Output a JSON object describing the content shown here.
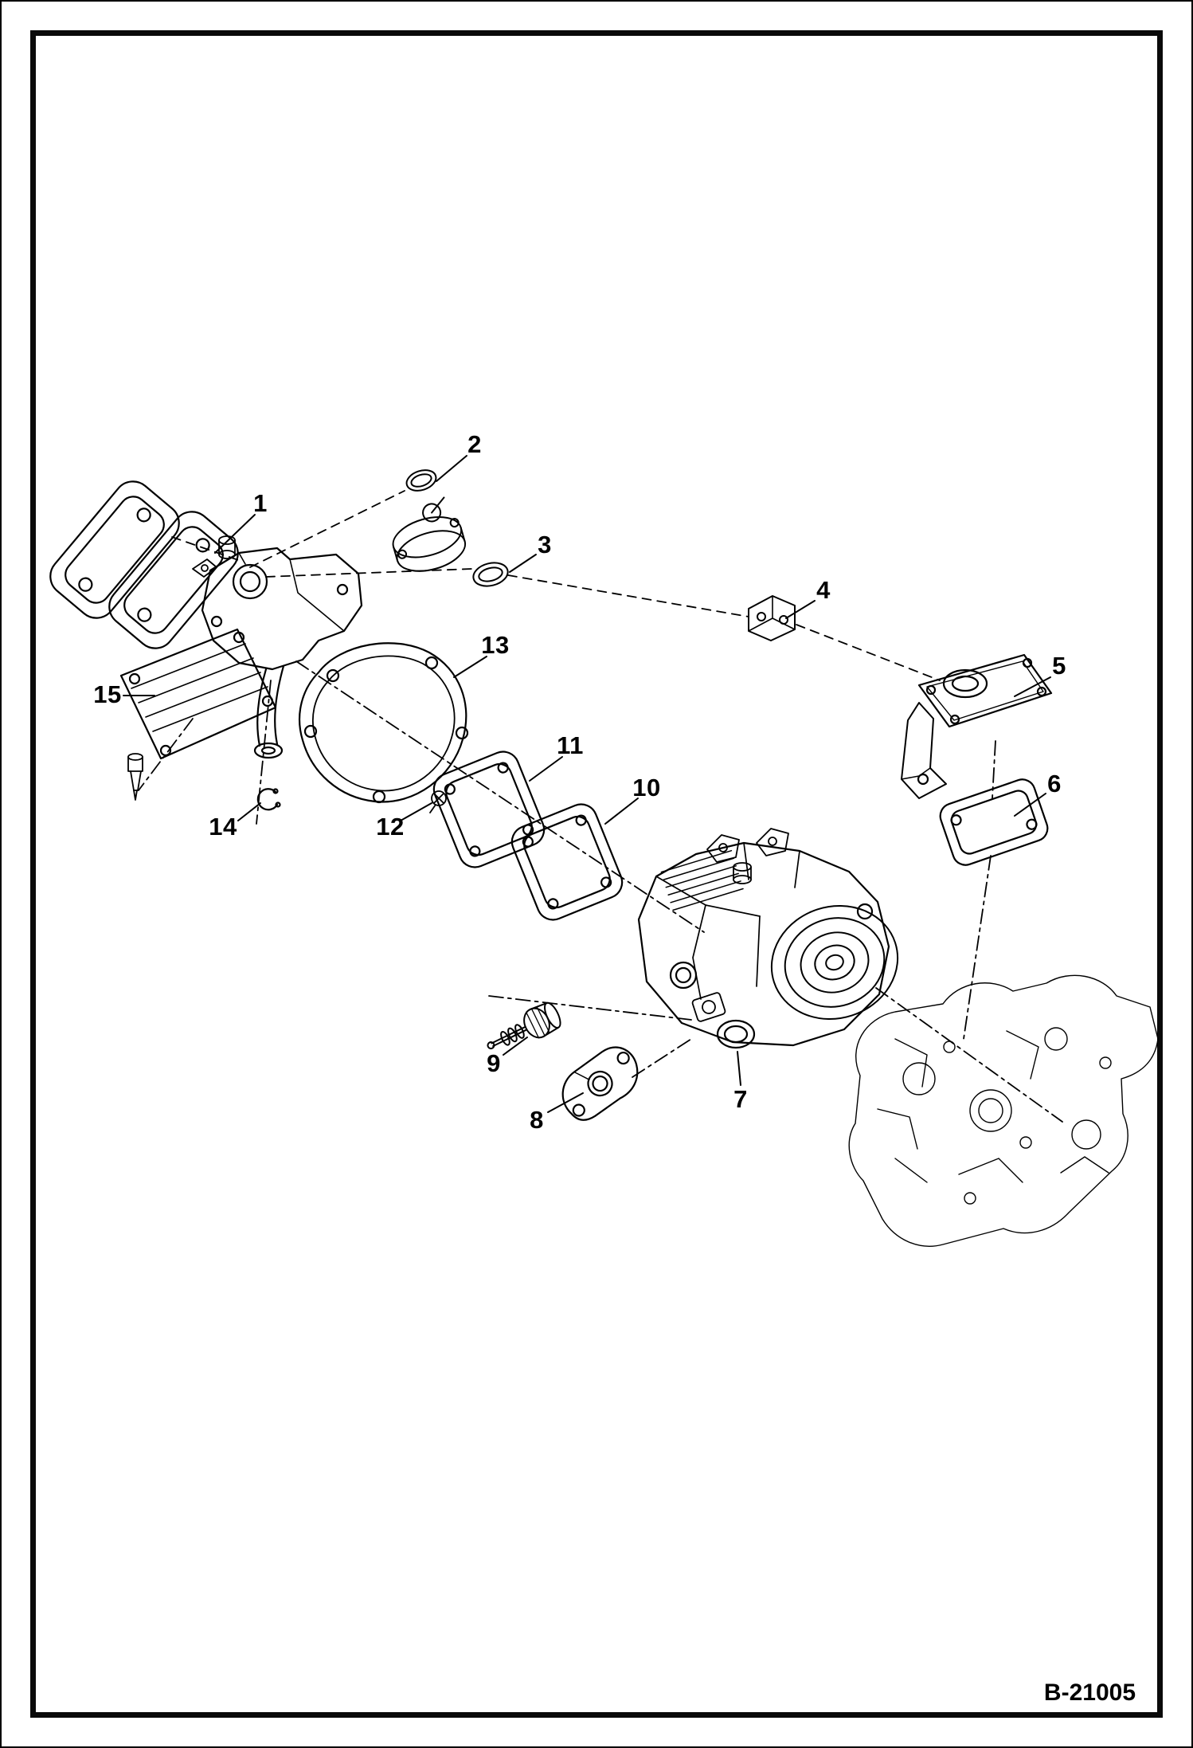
{
  "page": {
    "background": "#ffffff",
    "line_color": "#000000"
  },
  "figure": {
    "type": "exploded-parts-diagram",
    "ref_code": "B-21005",
    "callouts": [
      {
        "label": "1"
      },
      {
        "label": "2"
      },
      {
        "label": "3"
      },
      {
        "label": "4"
      },
      {
        "label": "5"
      },
      {
        "label": "6"
      },
      {
        "label": "7"
      },
      {
        "label": "8"
      },
      {
        "label": "9"
      },
      {
        "label": "10"
      },
      {
        "label": "11"
      },
      {
        "label": "12"
      },
      {
        "label": "13"
      },
      {
        "label": "14"
      },
      {
        "label": "15"
      }
    ]
  }
}
